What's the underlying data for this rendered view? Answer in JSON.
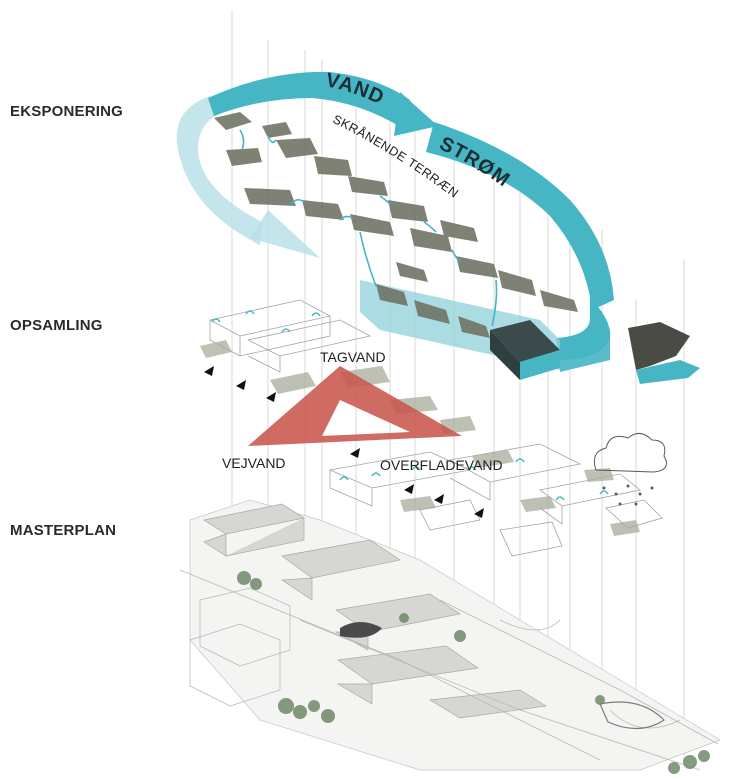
{
  "layers": {
    "exposure": "EKSPONERING",
    "collection": "OPSAMLING",
    "masterplan": "MASTERPLAN"
  },
  "water_flow": {
    "word_1": "VAND",
    "word_2": "STRØM",
    "terrain": "SKRÅNENDE TERRÆN"
  },
  "triangle": {
    "top": "TAGVAND",
    "left": "VEJVAND",
    "right": "OVERFLADEVAND"
  },
  "colors": {
    "water_teal": "#46b5c4",
    "water_light": "#b9e1e8",
    "triangle_red": "#c8574c",
    "terrain_olive": "#6f7566",
    "line_grey": "#9a9a9a"
  }
}
